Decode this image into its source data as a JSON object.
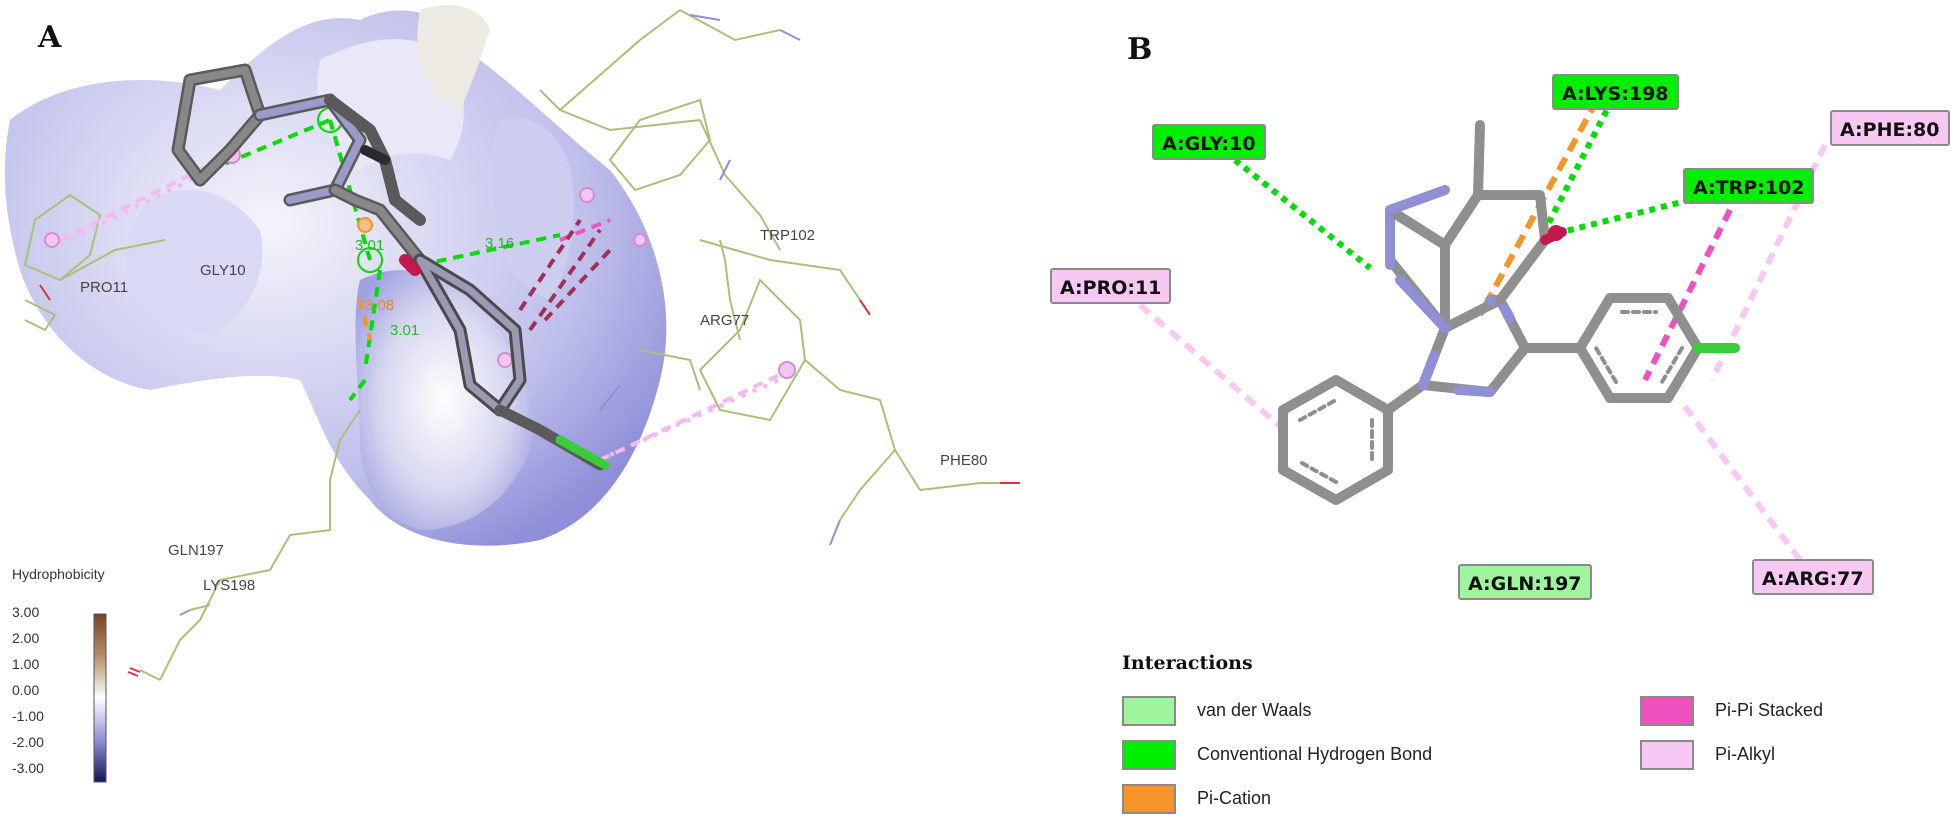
{
  "panels": {
    "a": "A",
    "b": "B"
  },
  "panel_a": {
    "residue_labels": [
      "PRO11",
      "GLY10",
      "TRP102",
      "ARG77",
      "PHE80",
      "GLN197",
      "LYS198"
    ],
    "hydrophobicity": {
      "title": "Hydrophobicity",
      "ticks": [
        "3.00",
        "2.00",
        "1.00",
        "0.00",
        "-1.00",
        "-2.00",
        "-3.00"
      ],
      "colors": [
        "#7a4426",
        "#b58f66",
        "#ffffff",
        "#8f8fd6",
        "#141456"
      ]
    },
    "distance_labels": [
      "3.01",
      "3.16",
      "3.08",
      "3.01"
    ]
  },
  "panel_b": {
    "residues": [
      {
        "label": "A:GLY:10",
        "type": "hbond"
      },
      {
        "label": "A:LYS:198",
        "type": "hbond"
      },
      {
        "label": "A:TRP:102",
        "type": "hbond"
      },
      {
        "label": "A:PHE:80",
        "type": "pialkyl"
      },
      {
        "label": "A:PRO:11",
        "type": "pialkyl"
      },
      {
        "label": "A:GLN:197",
        "type": "vdw"
      },
      {
        "label": "A:ARG:77",
        "type": "pialkyl"
      }
    ],
    "legend": {
      "title": "Interactions",
      "items": [
        {
          "label": "van der Waals",
          "color": "#9ef59e"
        },
        {
          "label": "Conventional Hydrogen Bond",
          "color": "#00ee00"
        },
        {
          "label": "Pi-Cation",
          "color": "#f5952b"
        },
        {
          "label": "Pi-Pi Stacked",
          "color": "#f050c0"
        },
        {
          "label": "Pi-Alkyl",
          "color": "#f7c8f2"
        }
      ]
    }
  },
  "colors": {
    "hbond": "#00ee00",
    "vdw": "#9ef59e",
    "pication": "#f5952b",
    "pipi": "#f050c0",
    "pialkyl": "#f7c8f2",
    "carbon": "#8f8f8f",
    "nitrogen": "#8f8fd6",
    "oxygen": "#c2184b",
    "chlorine": "#3acc3a"
  }
}
